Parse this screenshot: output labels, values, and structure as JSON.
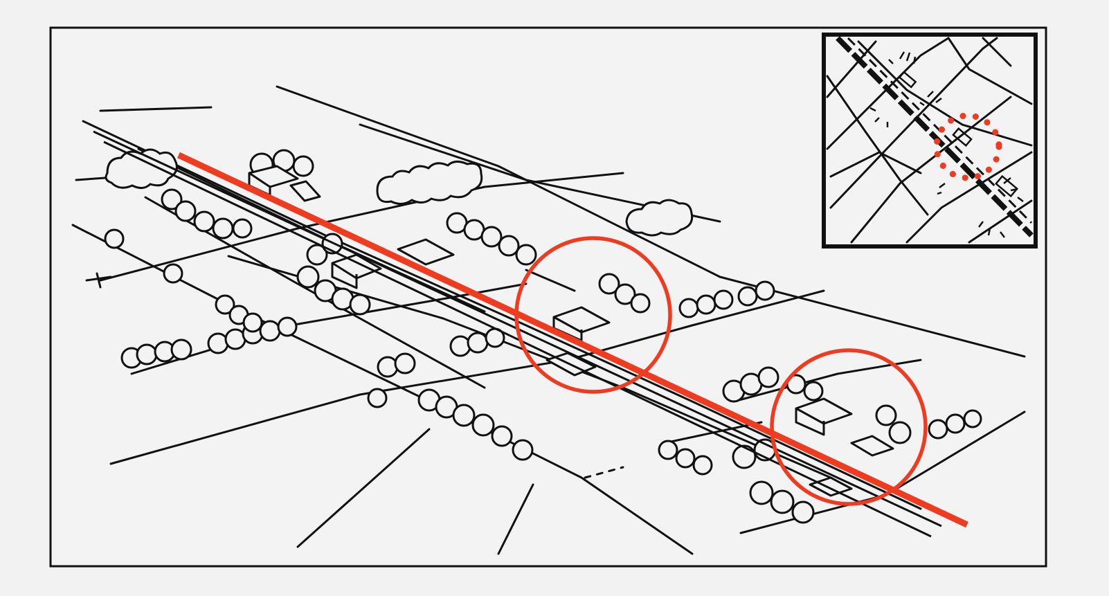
{
  "colors": {
    "paper": "#f2f2f2",
    "ink": "#111111",
    "accent": "#ef3b1f"
  },
  "figure": {
    "main_sketch": "isometric-rural-landscape",
    "inset_map": "plan-view-map-inset",
    "highlight_markers": [
      "circle-marker",
      "circle-marker",
      "dotted-circle-marker"
    ]
  }
}
